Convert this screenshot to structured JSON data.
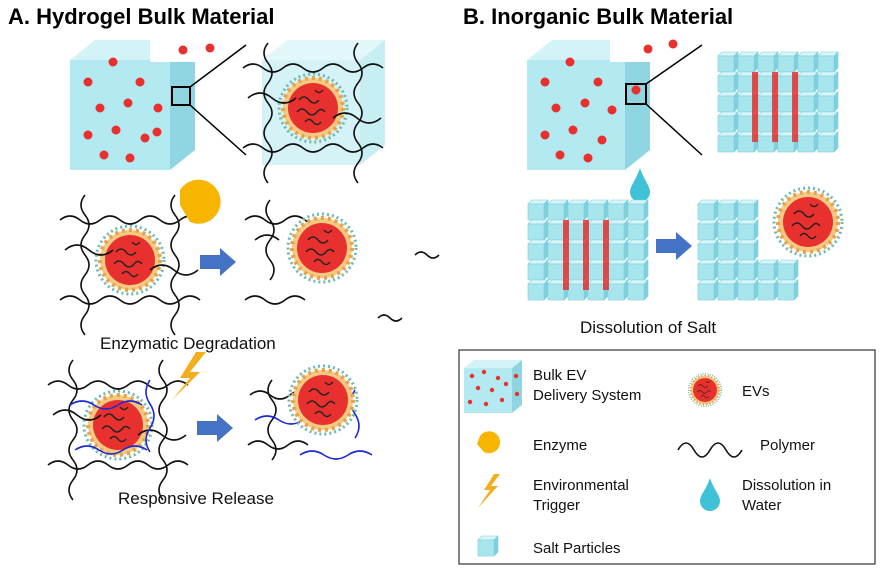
{
  "panel_a": {
    "title": "A. Hydrogel Bulk Material",
    "caption_enzymatic": "Enzymatic Degradation",
    "caption_responsive": "Responsive Release"
  },
  "panel_b": {
    "title": "B. Inorganic Bulk Material",
    "caption_dissolution": "Dissolution of Salt"
  },
  "legend": {
    "bulk_line1": "Bulk EV",
    "bulk_line2": "Delivery System",
    "evs": "EVs",
    "enzyme": "Enzyme",
    "polymer": "Polymer",
    "env_line1": "Environmental",
    "env_line2": "Trigger",
    "diss_line1": "Dissolution in",
    "diss_line2": "Water",
    "salt": "Salt Particles"
  },
  "colors": {
    "hydrogel": "#bdebf2",
    "cube_front": "#a8e6ee",
    "cube_side": "#7fd0dd",
    "cube_top": "#d2f4f8",
    "ev_core": "#e8312f",
    "ev_shell": "#f0b860",
    "enzyme": "#f7b500",
    "trigger": "#f2ae1e",
    "arrow": "#4472c4",
    "water_drop": "#3fc2d8",
    "polymer_blue": "#1f2bd0"
  }
}
